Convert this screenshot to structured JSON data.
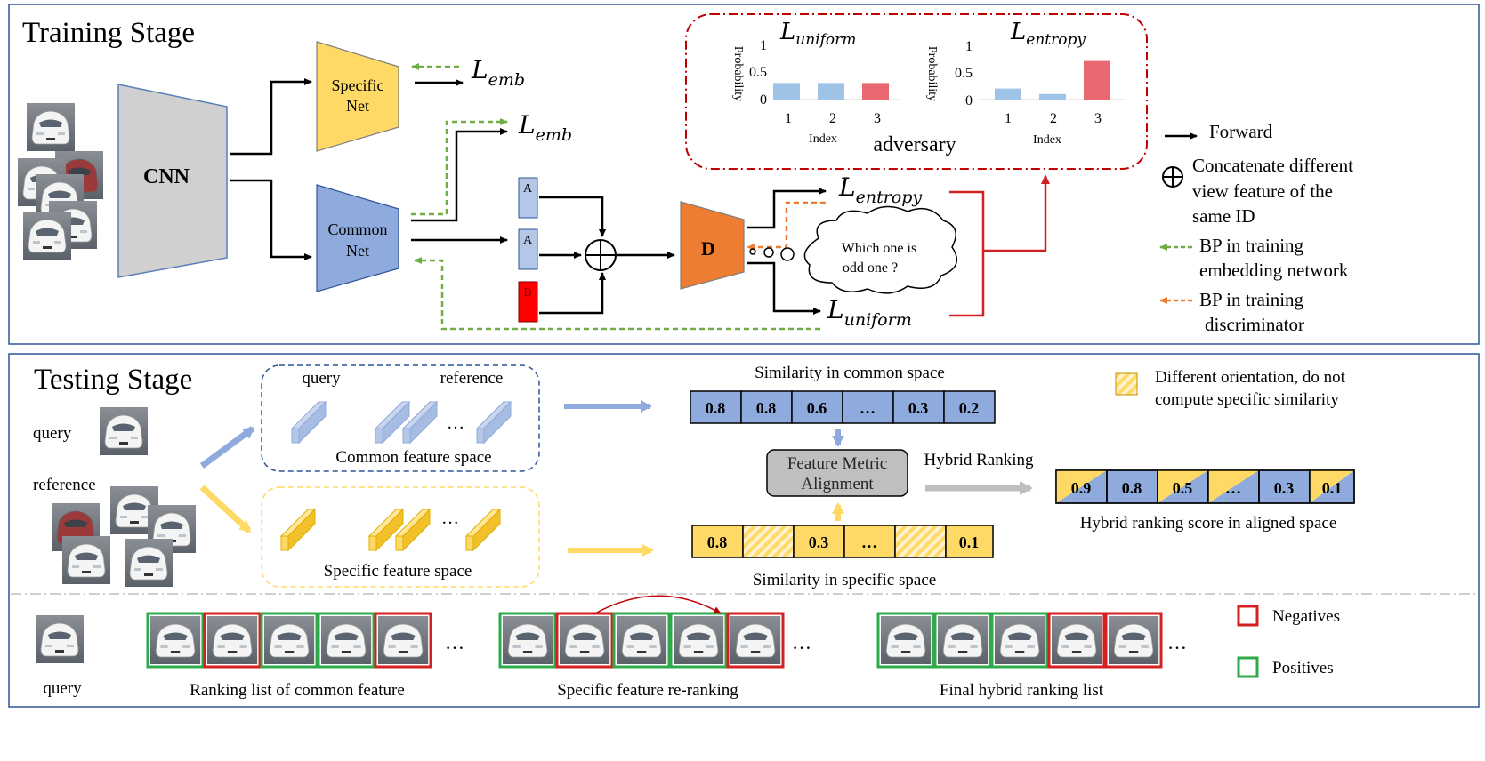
{
  "training": {
    "title": "Training Stage",
    "cnn": "CNN",
    "specific_net": [
      "Specific",
      "Net"
    ],
    "common_net": [
      "Common",
      "Net"
    ],
    "loss_emb_base": "L",
    "loss_emb_sub": "emb",
    "loss_entropy_sub": "entropy",
    "loss_uniform_sub": "uniform",
    "feature_a1": "A",
    "feature_a2": "A",
    "feature_b": "B",
    "concat_symbol": "⊕",
    "discriminator": "D",
    "thought": [
      "Which one is",
      "odd one ?"
    ],
    "adversary": {
      "label": "adversary",
      "y_axis_label": "Probability",
      "x_axis_label": "Index",
      "y_ticks": [
        "1",
        "0.5",
        "0"
      ],
      "x_ticks": [
        "1",
        "2",
        "3"
      ],
      "chart_uniform_values": [
        0.3,
        0.3,
        0.3
      ],
      "chart_entropy_values": [
        0.2,
        0.1,
        0.7
      ],
      "bar_colors": [
        "#9ec3e6",
        "#9ec3e6",
        "#e8686f"
      ]
    },
    "legend": {
      "forward": "Forward",
      "concat": [
        "Concatenate different",
        "view feature of the",
        "same ID"
      ],
      "bp_embedding": [
        "BP in training",
        "embedding network"
      ],
      "bp_discriminator": [
        "BP in training",
        "discriminator"
      ]
    }
  },
  "testing": {
    "title": "Testing Stage",
    "query_label": "query",
    "reference_label": "reference",
    "common_box": {
      "query": "query",
      "reference": "reference",
      "caption": "Common feature space",
      "ellipsis": "…"
    },
    "specific_box": {
      "caption": "Specific feature space",
      "ellipsis": "…"
    },
    "common_sim_title": "Similarity in common space",
    "common_sim_values": [
      "0.8",
      "0.8",
      "0.6",
      "…",
      "0.3",
      "0.2"
    ],
    "specific_sim_title": "Similarity in specific space",
    "specific_sim_values": [
      "0.8",
      "",
      "0.3",
      "…",
      "",
      "0.1"
    ],
    "alignment": [
      "Feature Metric",
      "Alignment"
    ],
    "hybrid_ranking_label": "Hybrid  Ranking",
    "hybrid_values": [
      "0.9",
      "0.8",
      "0.5",
      "…",
      "0.3",
      "0.1"
    ],
    "hybrid_caption": "Hybrid ranking score in aligned space",
    "orientation_legend": [
      "Different orientation, do not",
      "compute specific similarity"
    ],
    "ranking_query": "query",
    "ranking_common_caption": "Ranking list of common feature",
    "ranking_rerank_caption": "Specific feature re-ranking",
    "ranking_final_caption": "Final hybrid ranking list",
    "ranking_common_flags": [
      "pos",
      "neg",
      "pos",
      "pos",
      "neg"
    ],
    "ranking_rerank_flags": [
      "pos",
      "neg",
      "pos",
      "pos",
      "neg"
    ],
    "ranking_final_flags": [
      "pos",
      "pos",
      "pos",
      "neg",
      "neg"
    ],
    "ellipsis": "…",
    "legend_negatives": "Negatives",
    "legend_positives": "Positives",
    "colors": {
      "blue": "#8faadc",
      "yellow": "#ffd966",
      "red": "#d42020",
      "green": "#2eaa4a",
      "orange": "#ed7d31"
    }
  }
}
